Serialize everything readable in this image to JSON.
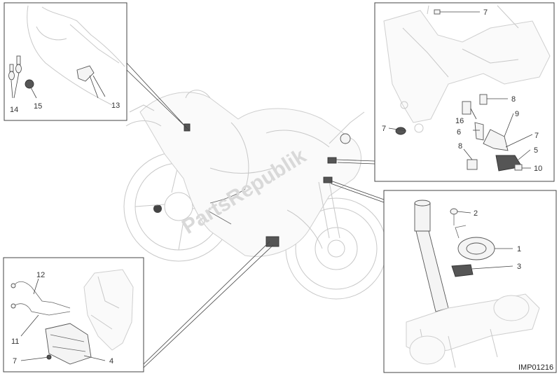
{
  "diagram_code": "IMP01216",
  "watermark": "PartsRepublik",
  "callouts": {
    "top_left": [
      "14",
      "15",
      "13"
    ],
    "top_right": [
      "7",
      "8",
      "16",
      "6",
      "9",
      "7",
      "7",
      "8",
      "5",
      "10"
    ],
    "bottom_left": [
      "12",
      "11",
      "7",
      "4"
    ],
    "bottom_right": [
      "2",
      "1",
      "3"
    ]
  },
  "colors": {
    "line": "#444444",
    "part_dark": "#555555",
    "ghost": "#c8c8c8"
  }
}
